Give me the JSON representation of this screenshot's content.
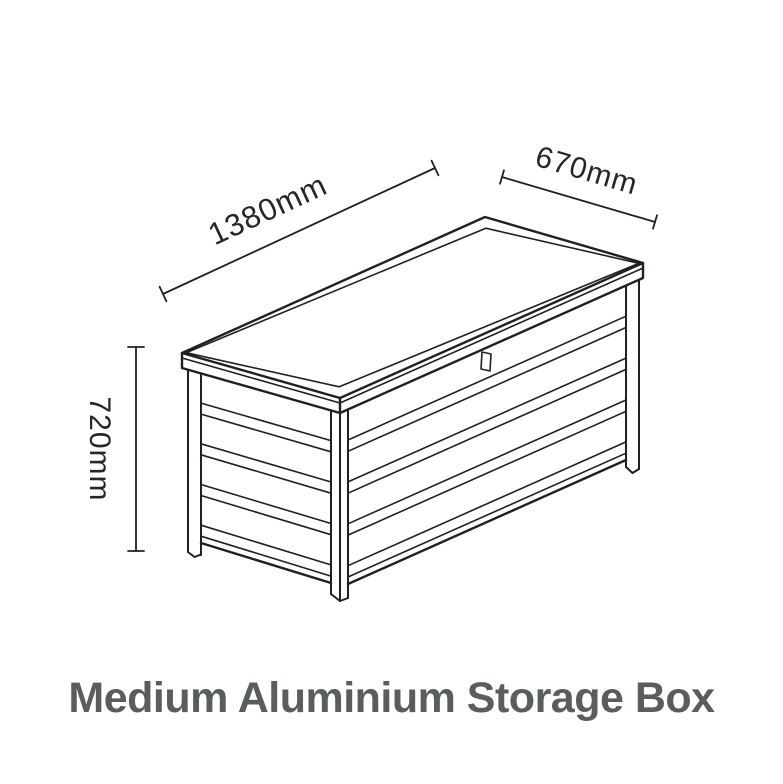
{
  "title": "Medium Aluminium Storage Box",
  "diagram": {
    "type": "isometric-dimension-drawing",
    "dimensions": {
      "length": {
        "label": "1380mm",
        "value": 1380,
        "unit": "mm"
      },
      "depth": {
        "label": "670mm",
        "value": 670,
        "unit": "mm"
      },
      "height": {
        "label": "720mm",
        "value": 720,
        "unit": "mm"
      }
    }
  },
  "colors": {
    "background": "#ffffff",
    "line": "#231f20",
    "dimension_text": "#262626",
    "title_text": "#595d5f"
  }
}
